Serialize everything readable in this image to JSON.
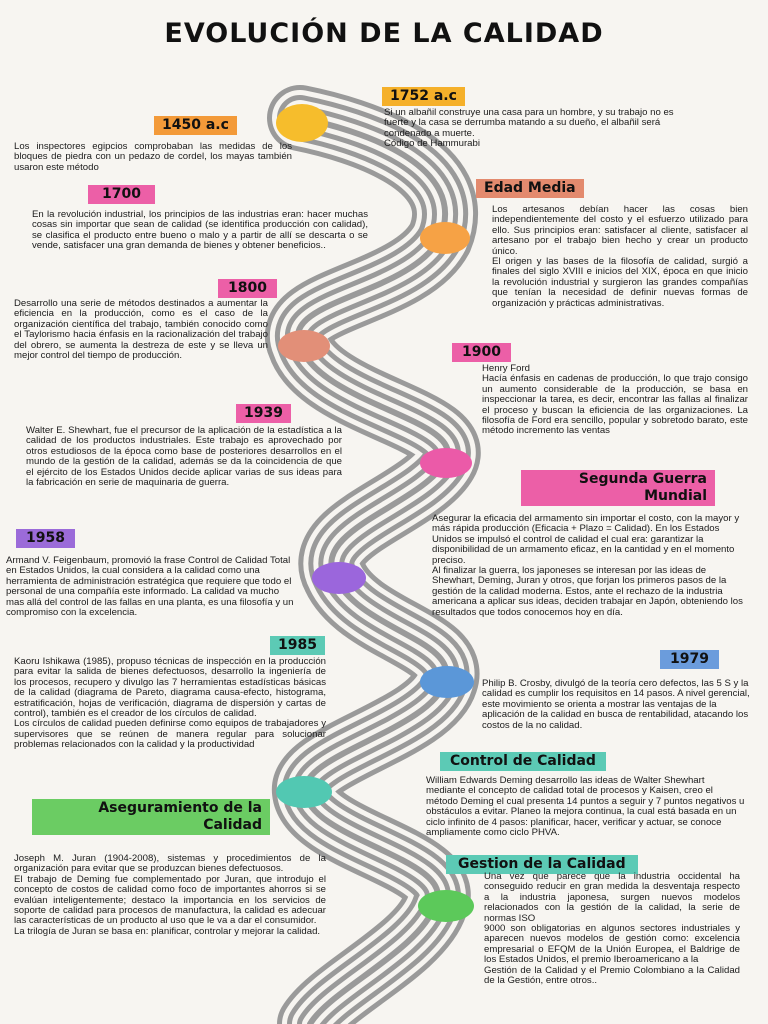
{
  "title": "EVOLUCIÓN DE LA CALIDAD",
  "colors": {
    "road_dark": "#8d8d8d",
    "road_light": "#ffffff",
    "label_orange": "#f5b02a",
    "label_salmon": "#e57a55",
    "label_pink": "#ec5fa7",
    "label_purple": "#9b6bd9",
    "label_blue": "#6b9cdc",
    "label_teal": "#5ccab5",
    "label_green": "#6bcc63"
  },
  "events": [
    {
      "label": "1752 a.c",
      "text": "Si un albañil construye una casa para un hombre, y su trabajo no es fuerte y la casa se derrumba matando a su dueño, el albañil será condenado a muerte.\nCódigo de Hammurabi"
    },
    {
      "label": "1450 a.c",
      "text": "Los inspectores egipcios comprobaban las medidas de los bloques de piedra con un pedazo de cordel, los mayas también usaron este método"
    },
    {
      "label": "1700",
      "text": "En la revolución industrial, los principios de las industrias eran: hacer muchas cosas sin importar que sean de calidad (se identifica producción con calidad), se clasifica el producto entre bueno o malo y a partir de allí se descarta o se vende, satisfacer una gran demanda de bienes y obtener beneficios.."
    },
    {
      "label": "Edad Media",
      "text": "Los artesanos debían hacer las cosas bien independientemente del costo y el esfuerzo utilizado para ello. Sus principios eran: satisfacer al cliente, satisfacer al artesano por el trabajo bien hecho y crear un producto único.\nEl origen y las bases de la filosofía de calidad, surgió a finales del siglo XVIII e inicios del XIX, época en que inicio la revolución industrial y surgieron las grandes compañías que tenían la necesidad de definir nuevas formas de organización y prácticas administrativas."
    },
    {
      "label": "1800",
      "text": "Desarrollo una serie de métodos destinados a aumentar la eficiencia en la producción, como es el caso de la organización científica del trabajo, también conocido como el Taylorismo hacia énfasis en la racionalización del trabajo del obrero, se aumenta la destreza de este y se lleva un mejor control del tiempo de producción."
    },
    {
      "label": "1900",
      "text": "Henry Ford\nHacía énfasis en cadenas de producción, lo que trajo consigo un aumento considerable de la producción, se basa en inspeccionar la tarea, es decir, encontrar las fallas al finalizar el proceso y buscan la eficiencia de las organizaciones. La filosofía de Ford era sencillo, popular y sobretodo barato, este método incremento las ventas"
    },
    {
      "label": "1939",
      "text": "Walter E. Shewhart, fue el precursor de la aplicación de la estadística a la calidad de los productos industriales. Este trabajo es aprovechado por otros estudiosos de la época como base de posteriores desarrollos en el mundo de la gestión de la calidad, además se da la coincidencia de que el ejército de los Estados Unidos decide aplicar varias de sus ideas para la fabricación en serie de maquinaria de guerra."
    },
    {
      "label": "Segunda Guerra Mundial",
      "text": "Asegurar la eficacia del armamento sin importar el costo, con la mayor y más rápida producción (Eficacia + Plazo = Calidad). En los Estados Unidos se impulsó el control de calidad el cual era: garantizar la disponibilidad de un armamento eficaz, en la cantidad y en el momento preciso.\nAl finalizar la guerra, los japoneses se interesan por las ideas de Shewhart, Deming, Juran y otros, que forjan los primeros pasos de la gestión de la calidad moderna. Estos, ante el rechazo de la industria americana a aplicar sus ideas, deciden trabajar en Japón, obteniendo los resultados que todos conocemos hoy en día."
    },
    {
      "label": "1958",
      "text": "Armand V. Feigenbaum, promovió la frase Control de Calidad Total en Estados Unidos, la cual considera a la calidad como una herramienta de administración estratégica que requiere que todo el personal de una compañía este informado. La calidad va mucho mas allá del control de las fallas en una planta, es una filosofía y un compromiso con la excelencia."
    },
    {
      "label": "1985",
      "text": "Kaoru Ishikawa (1985), propuso técnicas de inspección en la producción para evitar la salida de bienes defectuosos, desarrollo la ingeniería de los procesos, recupero y divulgo las 7 herramientas estadísticas básicas de la calidad (diagrama de Pareto, diagrama causa-efecto, histograma, estratificación, hojas de verificación, diagrama de dispersión y cartas de control), también es el creador de los círculos de calidad.\nLos círculos de calidad pueden definirse como equipos de trabajadores y supervisores que se reúnen de manera regular para solucionar problemas relacionados con la calidad y la productividad"
    },
    {
      "label": "1979",
      "text": "Philip B. Crosby, divulgó de la teoría cero defectos, las 5 S y la calidad es cumplir los requisitos en 14 pasos. A nivel gerencial, este movimiento se orienta a mostrar las ventajas de la aplicación de la calidad en busca de rentabilidad, atacando los costos de la no calidad."
    },
    {
      "label": "Control de Calidad",
      "text": "William Edwards Deming desarrollo las ideas de Walter Shewhart mediante el concepto de calidad total de procesos y Kaisen, creo el método Deming el cual presenta 14 puntos a seguir y 7 puntos negativos u obstáculos a evitar. Planeo la mejora continua, la cual está basada en un ciclo infinito de 4 pasos: planificar, hacer, verificar y actuar, se conoce ampliamente como ciclo PHVA."
    },
    {
      "label": "Aseguramiento de la Calidad",
      "text": "Joseph M. Juran (1904-2008), sistemas y procedimientos de la organización para evitar que se produzcan bienes defectuosos.\nEl trabajo de Deming fue complementado por Juran, que introdujo el concepto de costos de calidad como foco de importantes ahorros si se evalúan inteligentemente; destaco la importancia en los servicios de soporte de calidad para procesos de manufactura, la calidad es adecuar las características de un producto al uso que le va a dar el consumidor.\nLa trilogía de Juran se basa en: planificar, controlar y mejorar la calidad."
    },
    {
      "label": "Gestion de la Calidad",
      "text": "Una vez que parece que la industria occidental ha conseguido reducir en gran medida la desventaja respecto a la industria japonesa, surgen nuevos modelos relacionados con la gestión de la calidad, la serie de normas ISO\n9000 son obligatorias en algunos sectores industriales y aparecen nuevos modelos de gestión como: excelencia empresarial o EFQM de la Unión Europea, el Baldrige de los Estados Unidos, el premio Iberoamericano a la\nGestión de la Calidad y el Premio Colombiano a la Calidad de la Gestión, entre otros.."
    }
  ]
}
